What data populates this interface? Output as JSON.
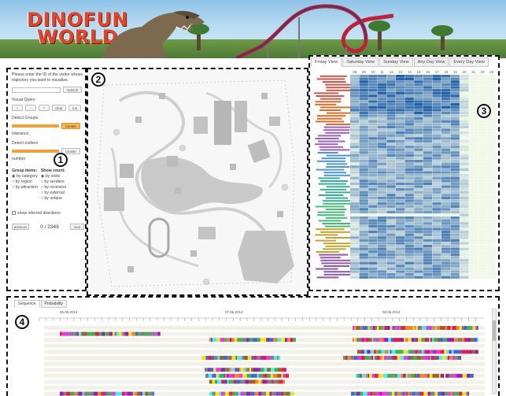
{
  "banner": {
    "title_line1": "DINOFUN",
    "title_line2": "WORLD"
  },
  "panel_numbers": {
    "p1": "1",
    "p2": "2",
    "p3": "3",
    "p4": "4"
  },
  "controls": {
    "prompt": "Please enter the ID of the visitor whose trajectory you want to visualize.",
    "submit_label": "Submit",
    "visual_query_label": "Visual Query",
    "vq_buttons": [
      "+",
      "-",
      "*",
      "clear",
      "run"
    ],
    "detect_groups_label": "Detect Groups",
    "tolerance_label": "tolerance",
    "detect_outliers_label": "Detect outliers",
    "number_label": "number",
    "cluster_label": "Cluster",
    "group_items_label": "Group items:",
    "group_options": [
      "by category",
      "by region",
      "by attraction"
    ],
    "group_selected": "by category",
    "show_count_label": "Show count:",
    "count_options": [
      "by visits",
      "by senders",
      "by receivers",
      "by external",
      "by unique"
    ],
    "count_selected": "by visits",
    "inferred_label": "show inferred directions",
    "prev_label": "previous",
    "counter": "0 / 2349",
    "next_label": "next"
  },
  "heatmap": {
    "tabs": [
      "Friday View",
      "Saturday View",
      "Sunday View",
      "Any Day View",
      "Every Day View"
    ],
    "active_tab": "Friday View",
    "hour_labels": [
      "08",
      "09",
      "10",
      "11",
      "12",
      "13",
      "14",
      "15",
      "16",
      "17",
      "18",
      "19",
      "20",
      "21",
      "22",
      "23"
    ]
  },
  "timeline": {
    "tabs": [
      "Sequence",
      "Probability"
    ],
    "active_tab": "Sequence",
    "date_labels": [
      "06.06.2014",
      "07.06.2014",
      "08.06.2014"
    ]
  },
  "colors": {
    "title_red": "#e0462b",
    "slider_orange": "#f2a13a",
    "heat_low": "#f1f8e8",
    "heat_high": "#1f5fa8",
    "map_gray": "#bdbdbd"
  }
}
